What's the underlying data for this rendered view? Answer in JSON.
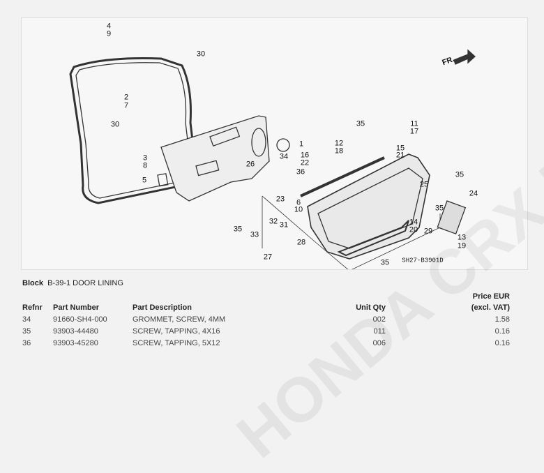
{
  "diagram": {
    "callouts": [
      "4",
      "9",
      "30",
      "2",
      "7",
      "30",
      "3",
      "8",
      "5",
      "1",
      "35",
      "12",
      "18",
      "11",
      "17",
      "15",
      "21",
      "16",
      "22",
      "34",
      "26",
      "36",
      "35",
      "25",
      "24",
      "23",
      "6",
      "10",
      "35",
      "32",
      "31",
      "14",
      "20",
      "29",
      "13",
      "19",
      "35",
      "33",
      "28",
      "27",
      "35"
    ],
    "diagram_code": "SH27-B3901D",
    "front_label": "FR."
  },
  "watermark": "HONDA CRX MODEL",
  "block": {
    "label": "Block",
    "value": "B-39-1 DOOR LINING"
  },
  "table": {
    "headers": {
      "refnr": "Refnr",
      "part_number": "Part Number",
      "description": "Part Description",
      "qty": "Unit Qty",
      "price_line1": "Price EUR",
      "price_line2": "(excl. VAT)"
    },
    "rows": [
      {
        "refnr": "34",
        "part_number": "91660-SH4-000",
        "description": "GROMMET, SCREW, 4MM",
        "qty": "002",
        "price": "1.58"
      },
      {
        "refnr": "35",
        "part_number": "93903-44480",
        "description": "SCREW, TAPPING, 4X16",
        "qty": "011",
        "price": "0.16"
      },
      {
        "refnr": "36",
        "part_number": "93903-45280",
        "description": "SCREW, TAPPING, 5X12",
        "qty": "006",
        "price": "0.16"
      }
    ]
  }
}
